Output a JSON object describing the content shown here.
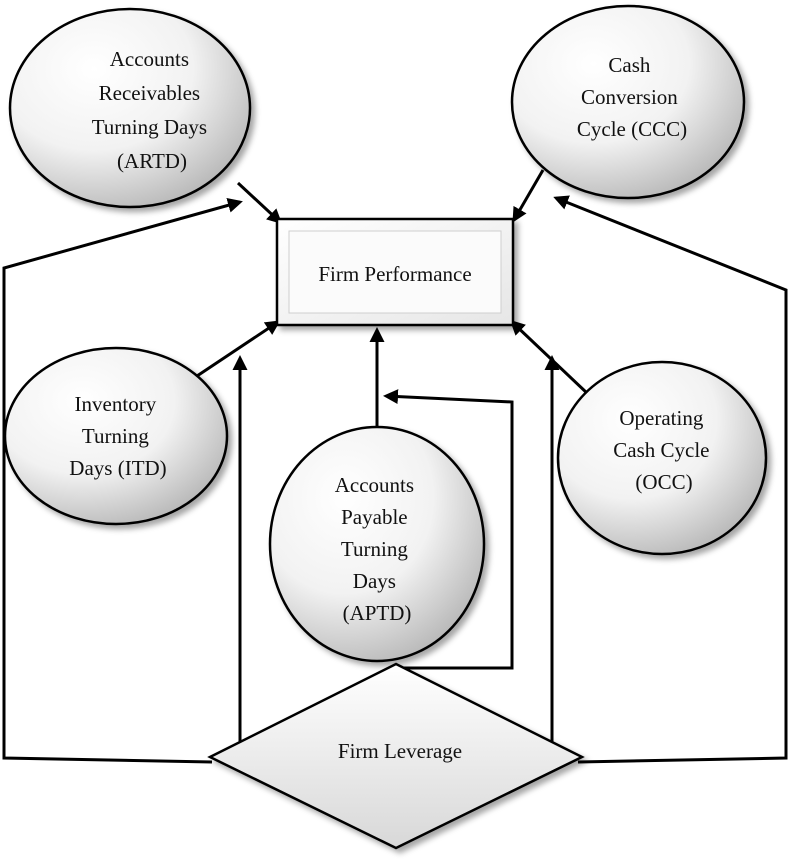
{
  "nodes": {
    "artd": {
      "lines": [
        "Accounts",
        "Receivables",
        "Turning Days",
        "(ARTD)"
      ]
    },
    "ccc": {
      "lines": [
        "Cash",
        "Conversion",
        "Cycle (CCC)"
      ]
    },
    "firm_performance": {
      "lines": [
        "Firm Performance"
      ]
    },
    "itd": {
      "lines": [
        "Inventory",
        "Turning",
        "Days (ITD)"
      ]
    },
    "aptd": {
      "lines": [
        "Accounts",
        "Payable",
        "Turning",
        "Days",
        "(APTD)"
      ]
    },
    "occ": {
      "lines": [
        "Operating",
        "Cash Cycle",
        "(OCC)"
      ]
    },
    "firm_leverage": {
      "lines": [
        "Firm Leverage"
      ]
    }
  },
  "colors": {
    "stroke": "#000000",
    "fill_light": "#ffffff",
    "fill_dark": "#b9b9b9",
    "text": "#111111"
  }
}
